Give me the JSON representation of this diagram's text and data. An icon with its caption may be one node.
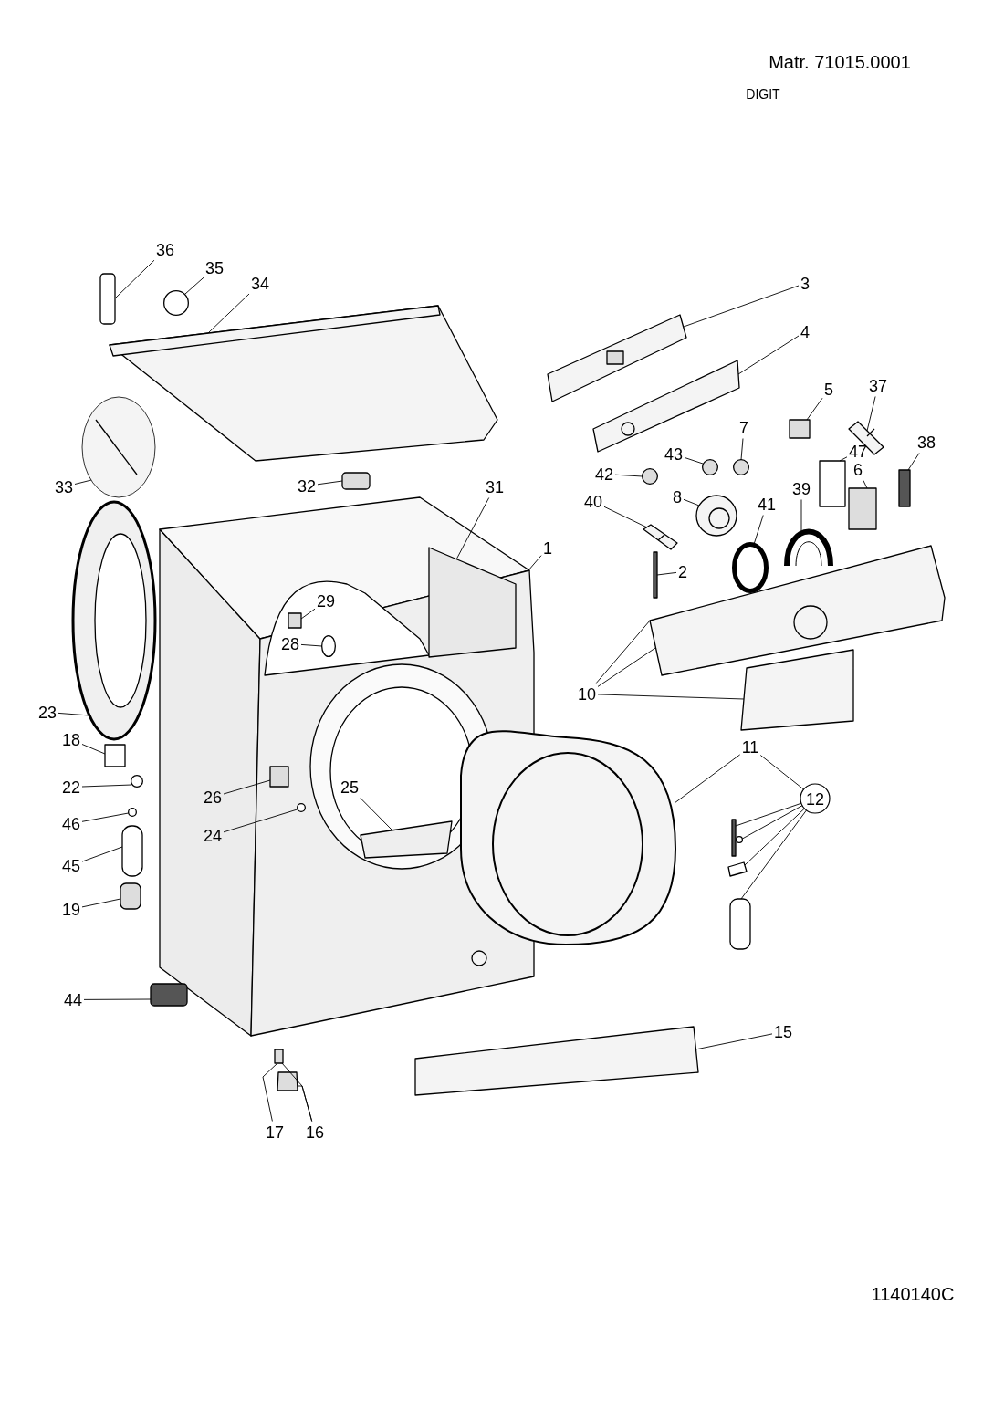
{
  "diagram": {
    "nodes": [
      {
        "text": [],
        "shape": "picture"
      },
      {
        "text": [
          "36"
        ]
      },
      {
        "text": [
          "35"
        ]
      },
      {
        "text": [
          "34"
        ]
      },
      {
        "text": [
          "3"
        ]
      },
      {
        "text": [
          "4"
        ]
      },
      {
        "text": [
          "5"
        ]
      },
      {
        "text": [
          "37"
        ]
      },
      {
        "text": [
          "7"
        ]
      },
      {
        "text": [
          "47"
        ]
      },
      {
        "text": [
          "38"
        ]
      },
      {
        "text": [
          "43"
        ]
      },
      {
        "text": [
          "42"
        ]
      },
      {
        "text": [
          "6"
        ]
      },
      {
        "text": [
          "33"
        ]
      },
      {
        "text": [
          "32"
        ]
      },
      {
        "text": [
          "8"
        ]
      },
      {
        "text": [
          "39"
        ]
      },
      {
        "text": [
          "40"
        ]
      },
      {
        "text": [
          "41"
        ]
      },
      {
        "text": [
          "31"
        ]
      },
      {
        "text": [
          "1"
        ]
      },
      {
        "text": [
          "2"
        ]
      },
      {
        "text": [
          "29"
        ],
        "in": 0
      },
      {
        "text": [
          "28"
        ],
        "in": 0
      },
      {
        "text": [
          "10"
        ]
      },
      {
        "text": [
          "23"
        ]
      },
      {
        "text": [
          "18"
        ]
      },
      {
        "text": [
          "22"
        ]
      },
      {
        "text": [
          "11"
        ]
      },
      {
        "text": [
          "12"
        ]
      },
      {
        "text": [
          "26"
        ]
      },
      {
        "text": [
          "25"
        ],
        "in": 0
      },
      {
        "text": [
          "46"
        ]
      },
      {
        "text": [
          "24"
        ]
      },
      {
        "text": [
          "45"
        ]
      },
      {
        "text": [
          "19"
        ]
      },
      {
        "text": [
          "44"
        ]
      },
      {
        "text": [
          "15"
        ]
      },
      {
        "text": [
          "17"
        ]
      },
      {
        "text": [
          "16"
        ]
      },
      {
        "text": [],
        "shape": "box"
      },
      {
        "text": [],
        "shape": "circle"
      },
      {
        "text": [],
        "shape": "picture"
      },
      {
        "text": [],
        "shape": "picture"
      },
      {
        "text": [],
        "shape": "picture"
      },
      {
        "text": [],
        "shape": "box"
      },
      {
        "text": [],
        "shape": "picture"
      },
      {
        "text": [],
        "shape": "circle"
      },
      {
        "text": [],
        "shape": "box"
      },
      {
        "text": [],
        "shape": "box"
      },
      {
        "text": [],
        "shape": "circle"
      },
      {
        "text": [],
        "shape": "circle"
      },
      {
        "text": [],
        "shape": "box"
      },
      {
        "text": [],
        "shape": "picture"
      },
      {
        "text": [],
        "shape": "box"
      },
      {
        "text": [],
        "shape": "picture"
      },
      {
        "text": [],
        "shape": "picture"
      },
      {
        "text": [],
        "shape": "picture"
      },
      {
        "text": [],
        "shape": "circle"
      },
      {
        "text": [],
        "shape": "box"
      },
      {
        "text": [],
        "shape": "box"
      },
      {
        "text": [],
        "shape": "box",
        "in": 0
      },
      {
        "text": [],
        "shape": "circle",
        "in": 0
      },
      {
        "text": [],
        "shape": "picture"
      },
      {
        "text": [],
        "shape": "box"
      },
      {
        "text": [],
        "shape": "picture"
      },
      {
        "text": [],
        "shape": "box"
      },
      {
        "text": [],
        "shape": "circle"
      },
      {
        "text": [],
        "shape": "picture"
      },
      {
        "text": [],
        "shape": "box"
      },
      {
        "text": [],
        "shape": "circle"
      },
      {
        "text": [],
        "shape": "box"
      },
      {
        "text": [],
        "shape": "box"
      },
      {
        "text": [],
        "shape": "box",
        "in": 0
      },
      {
        "text": [],
        "shape": "box",
        "in": 0
      },
      {
        "text": [],
        "shape": "circle"
      },
      {
        "text": [],
        "shape": "circle",
        "in": 0
      },
      {
        "text": [],
        "shape": "box"
      },
      {
        "text": [],
        "shape": "box"
      },
      {
        "text": [],
        "shape": "box"
      },
      {
        "text": [],
        "shape": "box"
      },
      {
        "text": [],
        "shape": "box"
      },
      {
        "text": [],
        "shape": "box"
      }
    ],
    "edges": [
      {
        "from": 1,
        "to": 41,
        "arrow": "none"
      },
      {
        "from": 2,
        "to": 42,
        "arrow": "none"
      },
      {
        "from": 3,
        "to": 43,
        "arrow": "none"
      },
      {
        "from": 4,
        "to": 44,
        "arrow": "none"
      },
      {
        "from": 5,
        "to": 45,
        "arrow": "none"
      },
      {
        "from": 6,
        "to": 46,
        "arrow": "none"
      },
      {
        "from": 7,
        "to": 47,
        "arrow": "none"
      },
      {
        "from": 8,
        "to": 48,
        "arrow": "none"
      },
      {
        "from": 9,
        "to": 49,
        "arrow": "none"
      },
      {
        "from": 10,
        "to": 50,
        "arrow": "none"
      },
      {
        "from": 11,
        "to": 51,
        "arrow": "none"
      },
      {
        "from": 12,
        "to": 52,
        "arrow": "none"
      },
      {
        "from": 13,
        "to": 53,
        "arrow": "none"
      },
      {
        "from": 14,
        "to": 54,
        "arrow": "none"
      },
      {
        "from": 15,
        "to": 55,
        "arrow": "none"
      },
      {
        "from": 16,
        "to": 56,
        "arrow": "none"
      },
      {
        "from": 17,
        "to": 57,
        "arrow": "none"
      },
      {
        "from": 18,
        "to": 58,
        "arrow": "none"
      },
      {
        "from": 19,
        "to": 59,
        "arrow": "none"
      },
      {
        "from": 20,
        "to": 60,
        "arrow": "none"
      },
      {
        "from": 21,
        "to": 0,
        "arrow": "none"
      },
      {
        "from": 22,
        "to": 61,
        "arrow": "none"
      },
      {
        "from": 23,
        "to": 62,
        "arrow": "none"
      },
      {
        "from": 24,
        "to": 63,
        "arrow": "none"
      },
      {
        "from": 25,
        "to": 64,
        "arrow": "none"
      },
      {
        "from": 25,
        "to": 64,
        "arrow": "none"
      },
      {
        "from": 25,
        "to": 65,
        "arrow": "none"
      },
      {
        "from": 26,
        "to": 66,
        "arrow": "none"
      },
      {
        "from": 27,
        "to": 67,
        "arrow": "none"
      },
      {
        "from": 28,
        "to": 68,
        "arrow": "none"
      },
      {
        "from": 29,
        "to": 69,
        "arrow": "none"
      },
      {
        "from": 29,
        "to": 30,
        "arrow": "none"
      },
      {
        "from": 30,
        "to": 70,
        "arrow": "none"
      },
      {
        "from": 30,
        "to": 71,
        "arrow": "none"
      },
      {
        "from": 30,
        "to": 72,
        "arrow": "none"
      },
      {
        "from": 30,
        "to": 73,
        "arrow": "none"
      },
      {
        "from": 31,
        "to": 74,
        "arrow": "none"
      },
      {
        "from": 32,
        "to": 75,
        "arrow": "none"
      },
      {
        "from": 33,
        "to": 76,
        "arrow": "none"
      },
      {
        "from": 34,
        "to": 77,
        "arrow": "none"
      },
      {
        "from": 35,
        "to": 78,
        "arrow": "none"
      },
      {
        "from": 36,
        "to": 79,
        "arrow": "none"
      },
      {
        "from": 37,
        "to": 80,
        "arrow": "none"
      },
      {
        "from": 38,
        "to": 81,
        "arrow": "none"
      },
      {
        "from": 39,
        "to": 82,
        "arrow": "none"
      },
      {
        "from": 40,
        "to": 82,
        "arrow": "none"
      },
      {
        "from": 40,
        "to": 83,
        "arrow": "none"
      }
    ],
    "labels": [
      "Matr. 71015.0001",
      "DIGIT",
      "1140140C"
    ]
  }
}
